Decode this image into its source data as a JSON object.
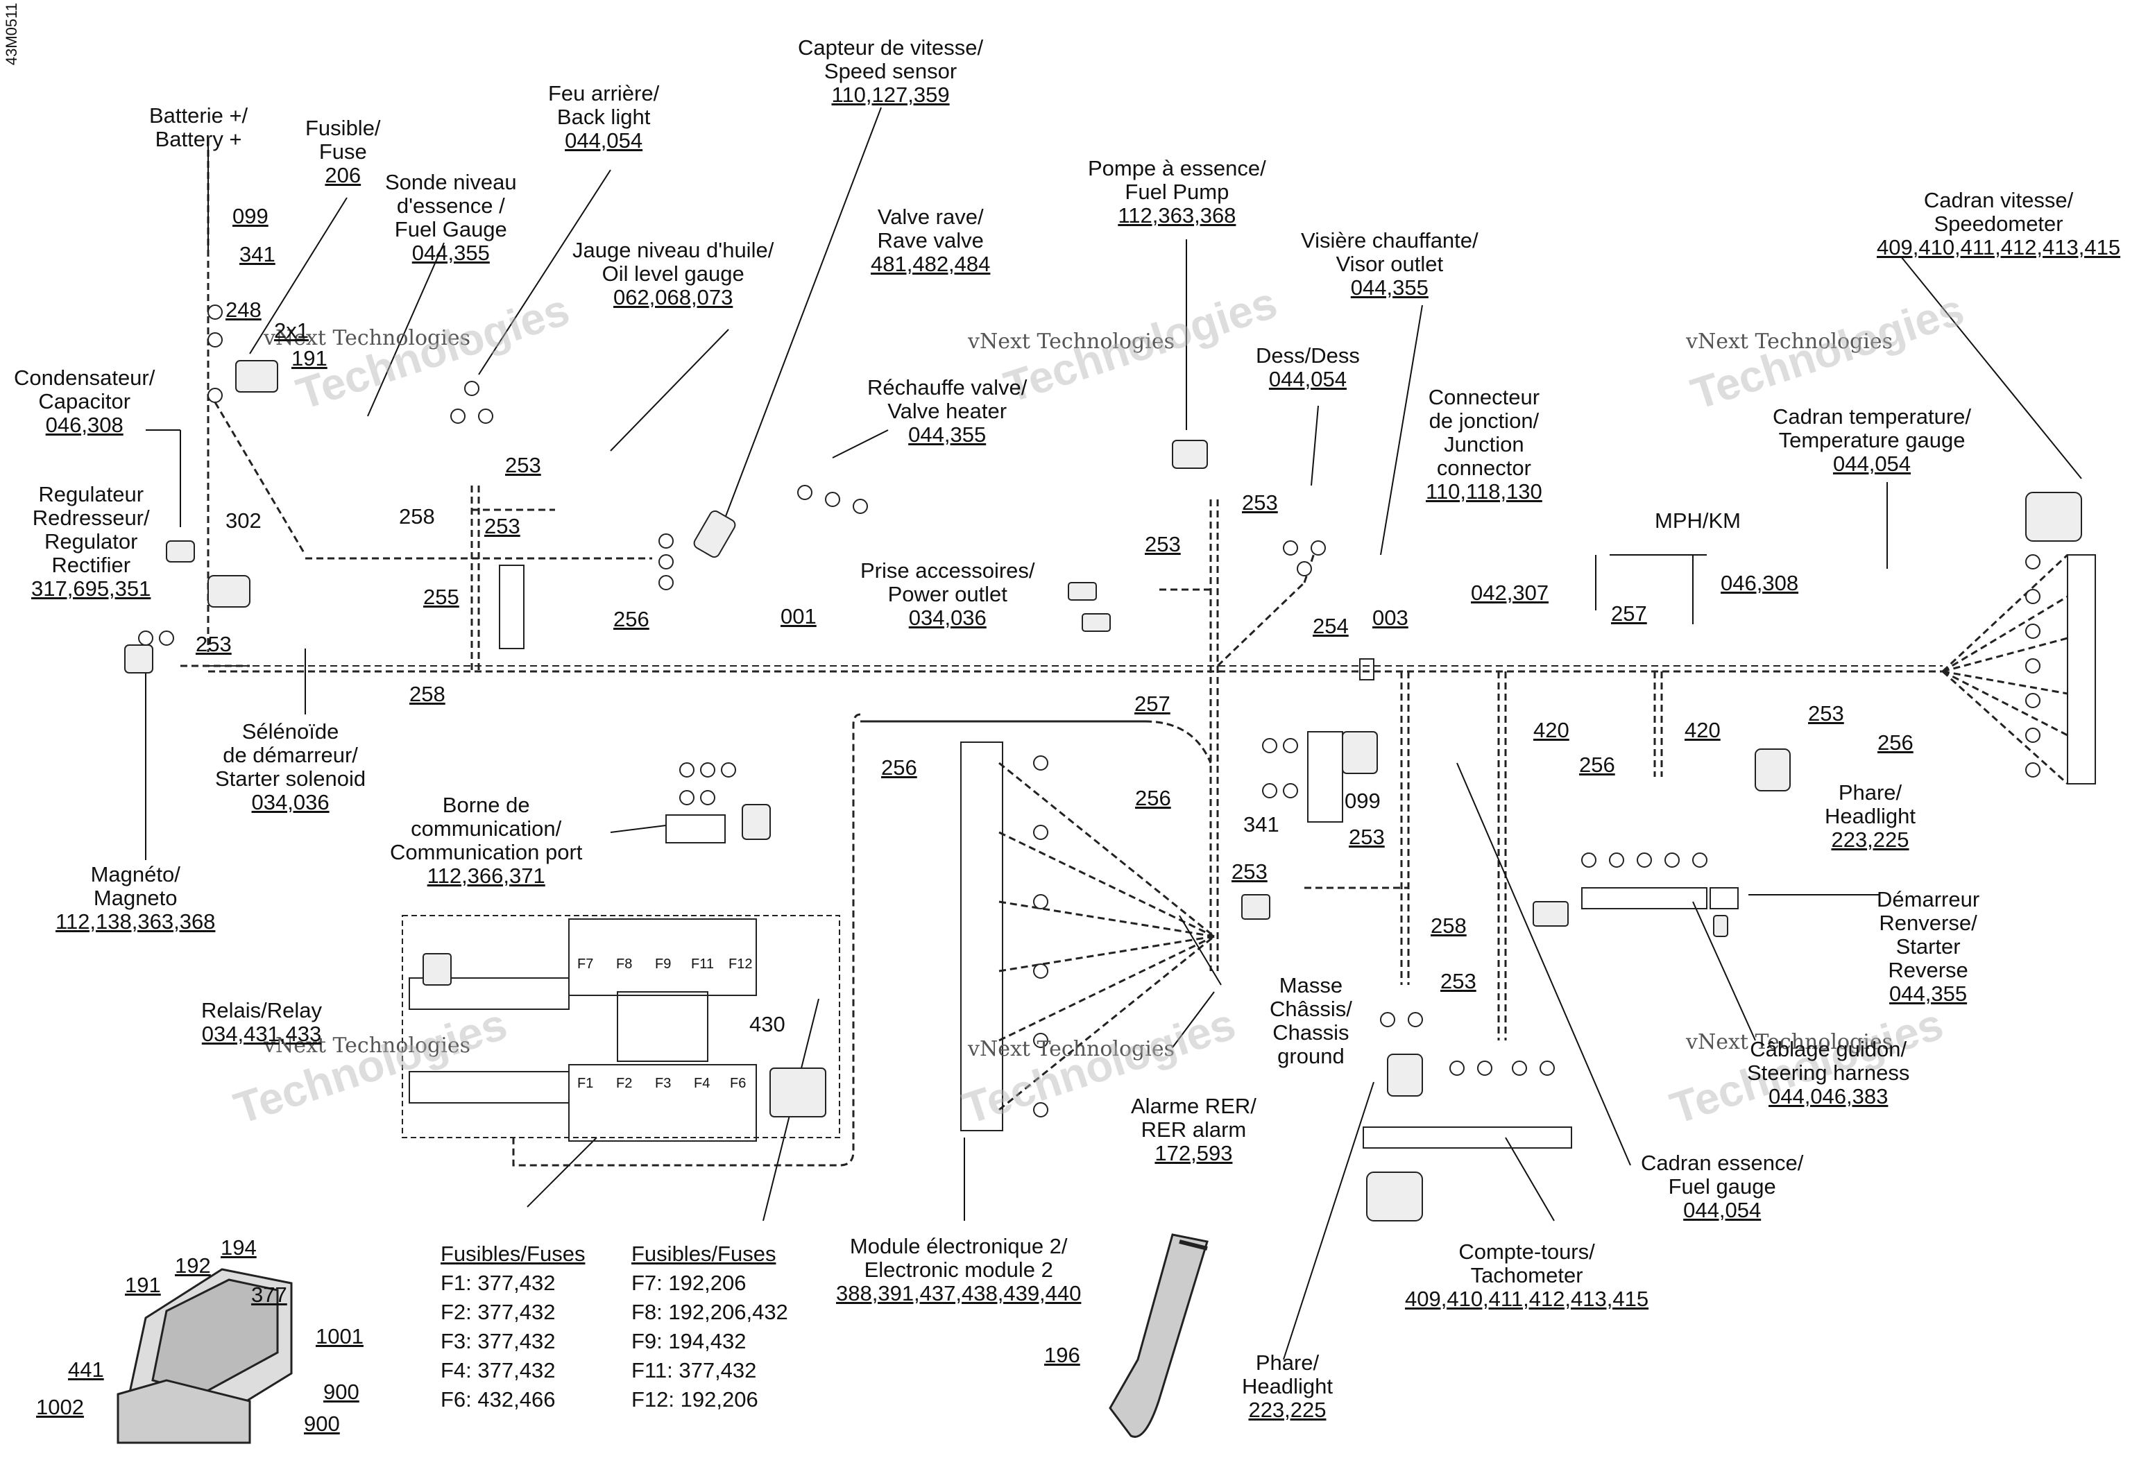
{
  "figure_ref": "43M0511",
  "watermark": {
    "text": "vNext Technologies",
    "big": "Technologies",
    "small": "vNext"
  },
  "labels": {
    "battery": {
      "l1": "Batterie +/",
      "l2": "Battery +",
      "n1": "099",
      "n2": "341",
      "n3": "248",
      "n4": "2x1",
      "n5": "191"
    },
    "fuse": {
      "l1": "Fusible/",
      "l2": "Fuse",
      "code": "206"
    },
    "fuel_level": {
      "l1": "Sonde niveau",
      "l2": "d'essence /",
      "l3": "Fuel Gauge",
      "code": "044,355"
    },
    "back_light": {
      "l1": "Feu arrière/",
      "l2": "Back light",
      "code": "044,054"
    },
    "speed_sensor": {
      "l1": "Capteur de vitesse/",
      "l2": "Speed sensor",
      "code": "110,127,359"
    },
    "oil_gauge": {
      "l1": "Jauge niveau d'huile/",
      "l2": "Oil level gauge",
      "code": "062,068,073"
    },
    "rave_valve": {
      "l1": "Valve rave/",
      "l2": "Rave valve",
      "code": "481,482,484"
    },
    "valve_heater": {
      "l1": "Réchauffe valve/",
      "l2": "Valve heater",
      "code": "044,355"
    },
    "fuel_pump": {
      "l1": "Pompe à essence/",
      "l2": "Fuel Pump",
      "code": "112,363,368"
    },
    "visor": {
      "l1": "Visière chauffante/",
      "l2": "Visor outlet",
      "code": "044,355"
    },
    "dess": {
      "l1": "Dess/Dess",
      "code": "044,054"
    },
    "junction": {
      "l1": "Connecteur",
      "l2": "de jonction/",
      "l3": "Junction",
      "l4": "connector",
      "code": "110,118,130"
    },
    "speedometer": {
      "l1": "Cadran vitesse/",
      "l2": "Speedometer",
      "code": "409,410,411,412,413,415"
    },
    "temp_gauge": {
      "l1": "Cadran temperature/",
      "l2": "Temperature gauge",
      "code": "044,054"
    },
    "mph_km": {
      "l1": "MPH/KM",
      "n1": "042,307",
      "n2": "046,308"
    },
    "capacitor": {
      "l1": "Condensateur/",
      "l2": "Capacitor",
      "code": "046,308"
    },
    "regulator": {
      "l1": "Regulateur",
      "l2": "Redresseur/",
      "l3": "Regulator",
      "l4": "Rectifier",
      "code": "317,695,351"
    },
    "power_outlet": {
      "l1": "Prise accessoires/",
      "l2": "Power outlet",
      "code": "034,036"
    },
    "starter_solenoid": {
      "l1": "Sélénoïde",
      "l2": "de démarreur/",
      "l3": "Starter solenoid",
      "code": "034,036"
    },
    "magneto": {
      "l1": "Magnéto/",
      "l2": "Magneto",
      "code": "112,138,363,368"
    },
    "comm_port": {
      "l1": "Borne de",
      "l2": "communication/",
      "l3": "Communication port",
      "code": "112,366,371"
    },
    "relay": {
      "l1": "Relais/Relay",
      "code": "034,431,433"
    },
    "headlight_r": {
      "l1": "Phare/",
      "l2": "Headlight",
      "code": "223,225"
    },
    "starter_reverse": {
      "l1": "Démarreur",
      "l2": "Renverse/",
      "l3": "Starter",
      "l4": "Reverse",
      "code": "044,355"
    },
    "steering": {
      "l1": "Câblage guidon/",
      "l2": "Steering harness",
      "code": "044,046,383"
    },
    "chassis_ground": {
      "l1": "Masse",
      "l2": "Châssis/",
      "l3": "Chassis",
      "l4": "ground"
    },
    "rer_alarm": {
      "l1": "Alarme RER/",
      "l2": "RER alarm",
      "code": "172,593"
    },
    "fuel_gauge": {
      "l1": "Cadran essence/",
      "l2": "Fuel gauge",
      "code": "044,054"
    },
    "tachometer": {
      "l1": "Compte-tours/",
      "l2": "Tachometer",
      "code": "409,410,411,412,413,415"
    },
    "ecm": {
      "l1": "Module électronique 2/",
      "l2": "Electronic module 2",
      "code": "388,391,437,438,439,440"
    },
    "headlight_b": {
      "l1": "Phare/",
      "l2": "Headlight",
      "code": "223,225"
    }
  },
  "wire_numbers": {
    "w302": "302",
    "w258a": "258",
    "w253a": "253",
    "w253b": "253",
    "w255": "255",
    "w253c": "253",
    "w258b": "258",
    "w256a": "256",
    "w001": "001",
    "w253d": "253",
    "w253e": "253",
    "w254": "254",
    "w003": "003",
    "w257a": "257",
    "w257b": "257",
    "w256b": "256",
    "w256c": "256",
    "w099": "099",
    "w341": "341",
    "w253f": "253",
    "w253g": "253",
    "w258c": "258",
    "w253h": "253",
    "w420a": "420",
    "w420b": "420",
    "w253i": "253",
    "w256d": "256",
    "w256e": "256",
    "w430": "430",
    "w196": "196"
  },
  "fusebox_callouts": {
    "c194": "194",
    "c192": "192",
    "c377": "377",
    "c191": "191",
    "c1001": "1001",
    "c441": "441",
    "c900a": "900",
    "c1002": "1002",
    "c900b": "900"
  },
  "fuse_box_labels": {
    "f7": "F7",
    "f8": "F8",
    "f9": "F9",
    "f11": "F11",
    "f12": "F12",
    "f1": "F1",
    "f2": "F2",
    "f3": "F3",
    "f4": "F4",
    "f6": "F6"
  },
  "fuse_list_left": {
    "header": "Fusibles/Fuses",
    "items": [
      "F1: 377,432",
      "F2: 377,432",
      "F3: 377,432",
      "F4: 377,432",
      "F6: 432,466"
    ]
  },
  "fuse_list_right": {
    "header": "Fusibles/Fuses",
    "items": [
      "F7: 192,206",
      "F8: 192,206,432",
      "F9: 194,432",
      "F11: 377,432",
      "F12: 192,206"
    ]
  }
}
